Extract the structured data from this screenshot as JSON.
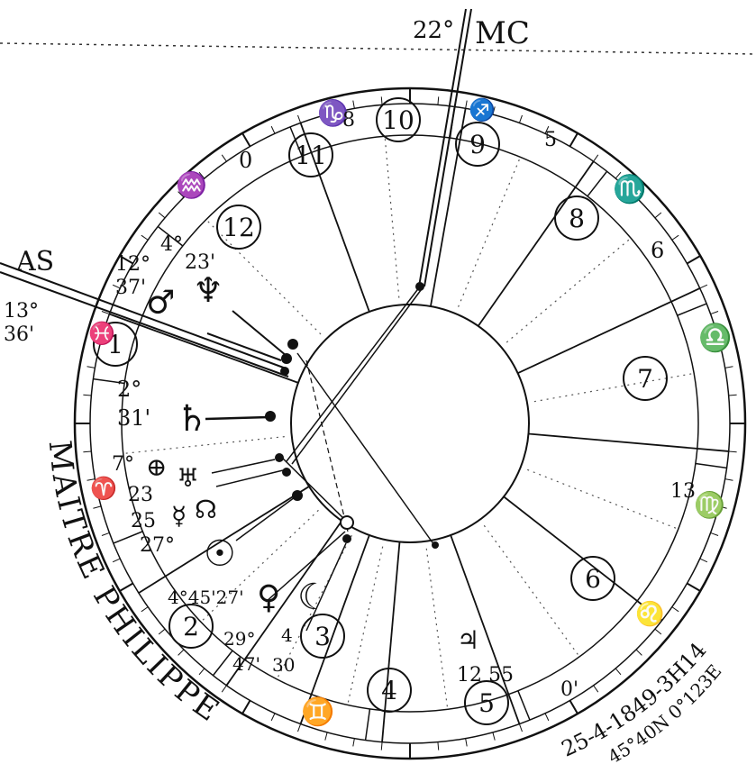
{
  "chart": {
    "mc_label": "MC",
    "mc_degree": "22°",
    "as_label": "AS",
    "as_degree": "13°",
    "as_minutes": "36'",
    "houses": [
      "1",
      "2",
      "3",
      "4",
      "5",
      "6",
      "7",
      "8",
      "9",
      "10",
      "11",
      "12"
    ],
    "cusp_marks": [
      {
        "text": "0"
      },
      {
        "text": "5"
      },
      {
        "text": "6"
      },
      {
        "text": "13"
      },
      {
        "text": "0'"
      },
      {
        "text": "8"
      }
    ],
    "signs": {
      "capricorn": "♑",
      "aquarius": "♒",
      "pisces": "♓",
      "aries": "♈",
      "gemini": "♊",
      "scorpio": "♏",
      "libra": "♎",
      "virgo": "♍",
      "leo": "♌",
      "sagittarius": "♐"
    },
    "planets": {
      "neptune": {
        "glyph": "♆",
        "deg": "4°",
        "min": "23'"
      },
      "mars": {
        "glyph": "♂",
        "deg": "12°",
        "min": "37'"
      },
      "saturn": {
        "glyph": "♄",
        "deg": "2°",
        "min": "31'"
      },
      "part_of_fortune": {
        "glyph": "⊕",
        "deg": "7°"
      },
      "uranus": {
        "glyph": "♅",
        "deg": "23"
      },
      "mercury": {
        "glyph": "☿",
        "deg": "25"
      },
      "sun": {
        "glyph": "☉",
        "deg": "4°45'27'"
      },
      "venus": {
        "glyph": "♀",
        "deg": "29°",
        "min": "47'"
      },
      "moon": {
        "glyph": "☾",
        "deg": "4",
        "min": "30"
      },
      "jupiter": {
        "glyph": "♃",
        "deg": "12 55"
      },
      "pluto_other": {
        "glyph": "☊",
        "deg": "27°"
      }
    },
    "side_text": "MAITRE PHILIPPE",
    "date_line": "25-4-1849-3H14",
    "coords_line": "45°40N 0°123E"
  }
}
